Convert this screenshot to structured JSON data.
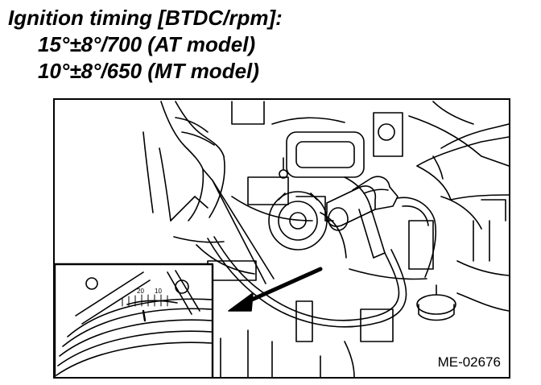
{
  "heading": {
    "title": "Ignition timing [BTDC/rpm]:",
    "spec_at": "15°±8°/700 (AT model)",
    "spec_mt": "10°±8°/650 (MT model)"
  },
  "inset": {
    "scale_labels": [
      "20",
      "10"
    ]
  },
  "figure_id": "ME-02676"
}
